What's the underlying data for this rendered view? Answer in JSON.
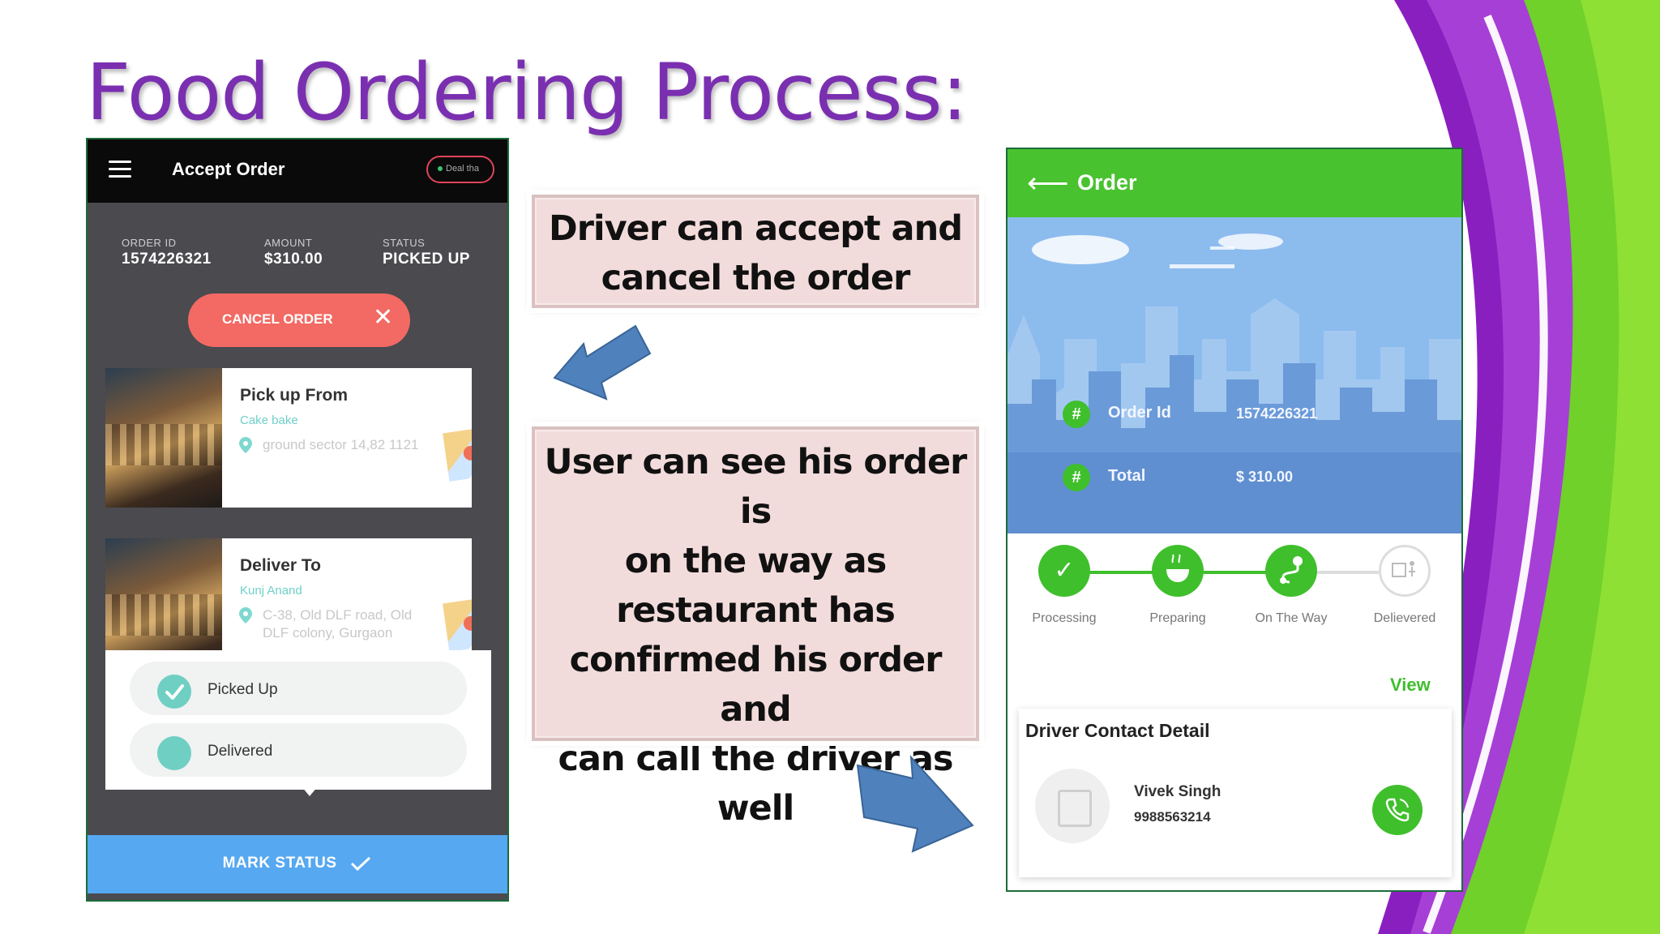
{
  "slide": {
    "title": "Food Ordering Process:"
  },
  "driver_app": {
    "header_title": "Accept Order",
    "toggle_label": "Deal tha",
    "order": {
      "id_label": "ORDER ID",
      "id_value": "1574226321",
      "amount_label": "AMOUNT",
      "amount_value": "$310.00",
      "status_label": "STATUS",
      "status_value": "PICKED UP"
    },
    "cancel_label": "CANCEL ORDER",
    "pickup": {
      "heading": "Pick up From",
      "name": "Cake bake",
      "address": "ground sector 14,82 1121"
    },
    "deliver": {
      "heading": "Deliver To",
      "name": "Kunj Anand",
      "address_line1": "C-38, Old DLF road, Old",
      "address_line2": "DLF colony, Gurgaon"
    },
    "status_options": [
      "Picked Up",
      "Delivered"
    ],
    "mark_status_label": "MARK STATUS"
  },
  "callouts": {
    "driver_box": [
      "Driver can accept and",
      "cancel the order"
    ],
    "user_box": [
      "User can see his order is",
      "on the way as",
      "restaurant has",
      "confirmed his order and",
      "can call the driver as",
      "well"
    ]
  },
  "user_app": {
    "header_title": "Order",
    "order_id_label": "Order Id",
    "order_id_value": "1574226321",
    "total_label": "Total",
    "total_value": "$ 310.00",
    "steps": [
      "Processing",
      "Preparing",
      "On The Way",
      "Delievered"
    ],
    "view_label": "View",
    "driver_section_title": "Driver Contact Detail",
    "driver_name": "Vivek Singh",
    "driver_phone": "9988563214"
  },
  "colors": {
    "title": "#7a2fb0",
    "header_green": "#49c22f",
    "cancel_red": "#f26a63",
    "mark_status_blue": "#56a8f0",
    "callout_pink": "#f2dcdb",
    "arrow_blue": "#4f81bd"
  },
  "icons": {
    "menu": "hamburger-icon",
    "close": "close-icon",
    "location": "location-pin-icon",
    "check": "check-icon",
    "back": "back-arrow-icon",
    "phone": "phone-icon"
  }
}
